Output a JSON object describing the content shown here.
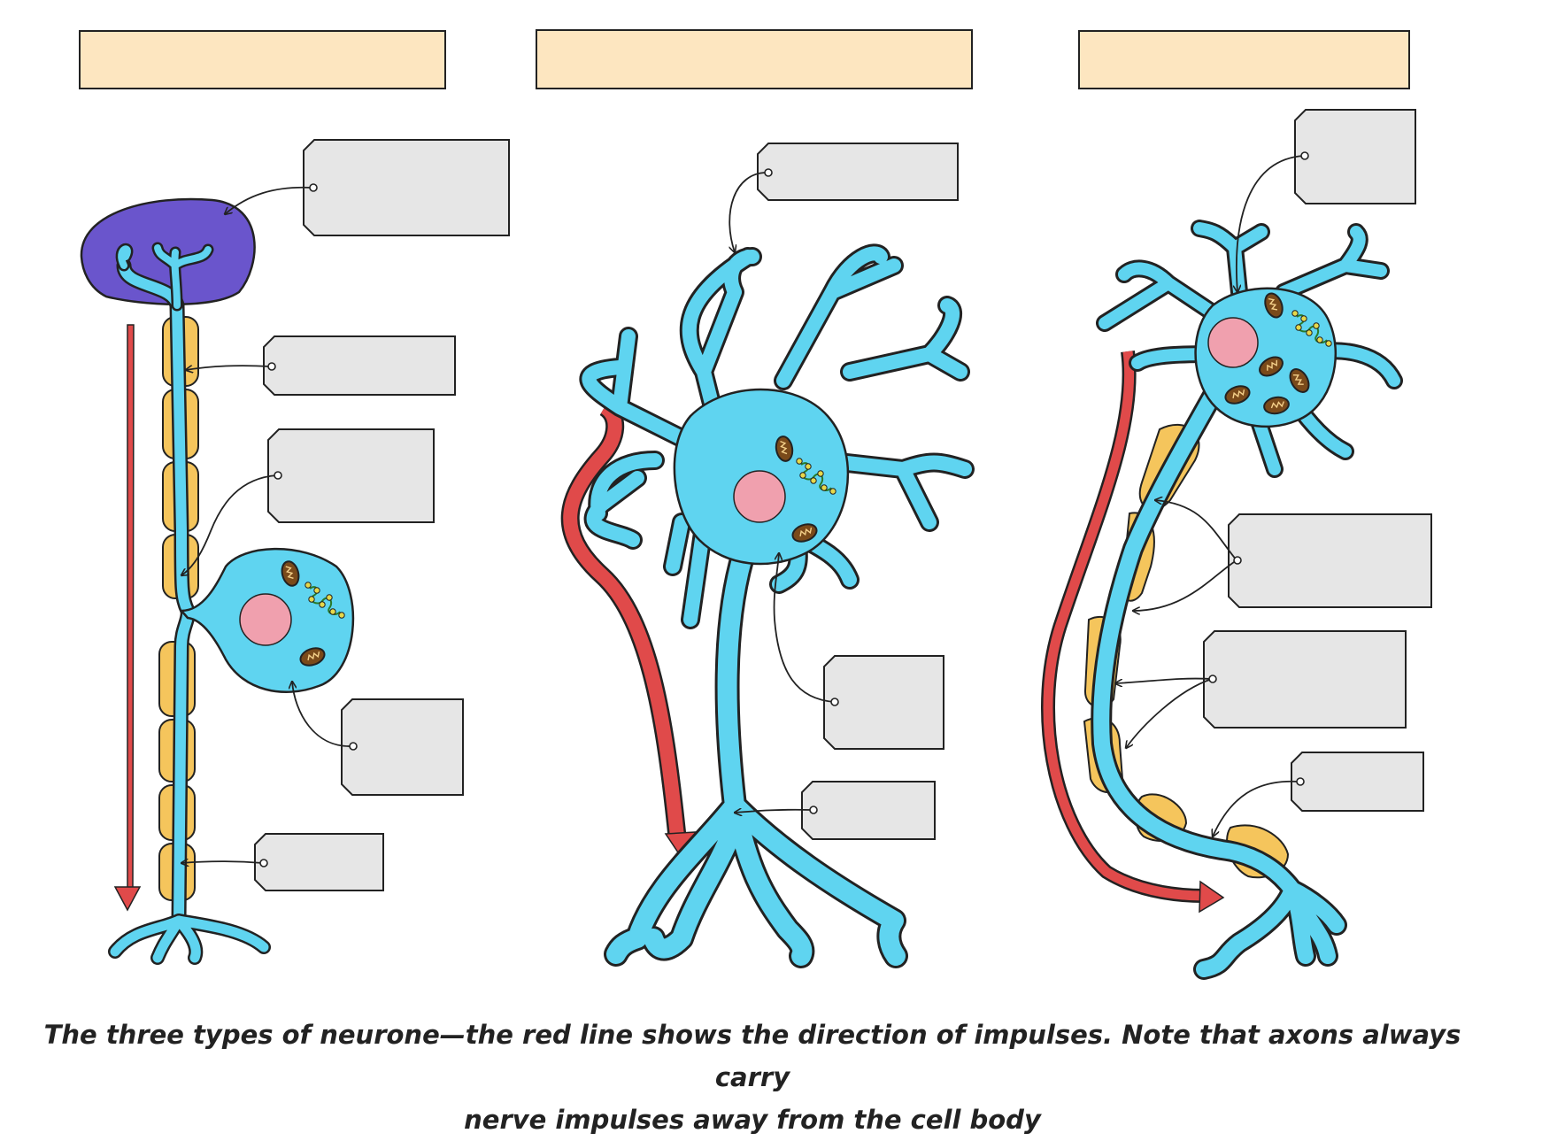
{
  "caption": {
    "line1": "The three types of neurone—the red line shows the direction of impulses. Note that axons always carry",
    "line2": "nerve impulses away from the cell body"
  },
  "neurones": [
    {
      "id": "sensory-neurone",
      "title_box": "",
      "label_boxes": [
        "",
        "",
        "",
        "",
        ""
      ]
    },
    {
      "id": "relay-neurone",
      "title_box": "",
      "label_boxes": [
        "",
        "",
        ""
      ]
    },
    {
      "id": "motor-neurone",
      "title_box": "",
      "label_boxes": [
        "",
        "",
        "",
        ""
      ]
    }
  ],
  "colors": {
    "title_box_fill": "#fde6c0",
    "label_box_fill": "#e6e6e6",
    "cell_fill": "#5fd4f0",
    "myelin_fill": "#f5c55c",
    "nucleus_fill": "#f0a0ae",
    "receptor_fill": "#6a55cc",
    "impulse_arrow": "#e04a4a",
    "outline": "#222222"
  }
}
